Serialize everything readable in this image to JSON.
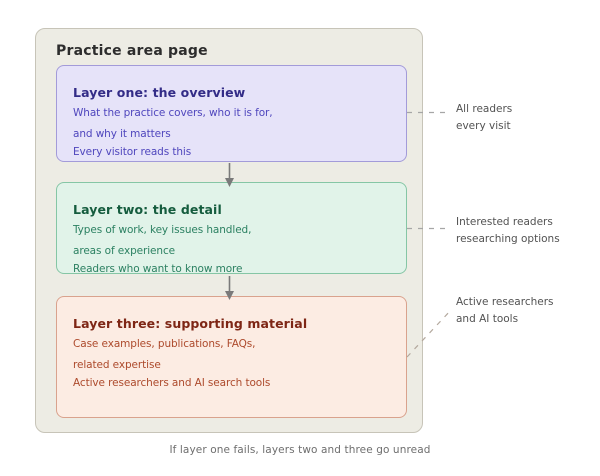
{
  "container": {
    "title": "Practice area page",
    "fill": "#edece4",
    "border": "#c7c4b8"
  },
  "layers": [
    {
      "title": "Layer one: the overview",
      "lines": [
        "What the practice covers, who it is for,",
        "and why it matters",
        "Every visitor reads this"
      ],
      "fill": "#e6e3f9",
      "border": "#a39bd9",
      "title_color": "#332c87",
      "text_color": "#4f46bd"
    },
    {
      "title": "Layer two: the detail",
      "lines": [
        "Types of work, key issues handled,",
        "areas of experience",
        "Readers who want to know more"
      ],
      "fill": "#e1f3e9",
      "border": "#85c6a5",
      "title_color": "#155c3e",
      "text_color": "#2c8162"
    },
    {
      "title": "Layer three: supporting material",
      "lines": [
        "Case examples, publications, FAQs,",
        "related expertise",
        "Active researchers and AI search tools"
      ],
      "fill": "#fcece3",
      "border": "#d9a28d",
      "title_color": "#7e2615",
      "text_color": "#ad4a2c"
    }
  ],
  "annotations": [
    {
      "lines": [
        "All readers",
        "every visit"
      ]
    },
    {
      "lines": [
        "Interested readers",
        "researching options"
      ]
    },
    {
      "lines": [
        "Active researchers",
        "and AI tools"
      ]
    }
  ],
  "caption": "If layer one fails, layers two and three go unread",
  "colors": {
    "arrow": "#7a7a7a",
    "connector": "#a6a6a6",
    "connector_diagonal": "#b3a89d",
    "annotation_text": "#525252",
    "caption_text": "#6e6e6e"
  }
}
